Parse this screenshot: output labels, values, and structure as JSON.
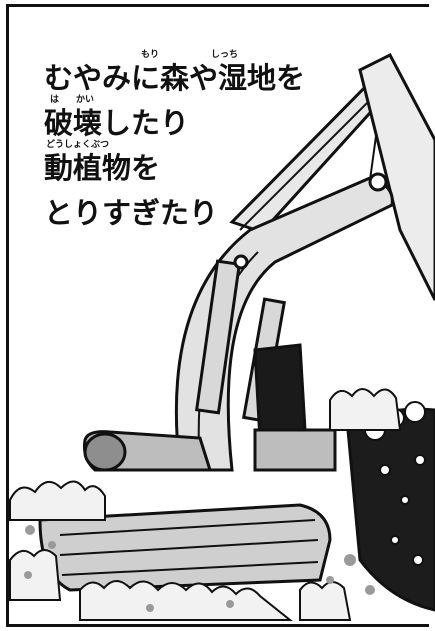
{
  "caption": {
    "lines": [
      {
        "text": "むやみに森や湿地を",
        "ruby": [
          "もり",
          "しっち"
        ]
      },
      {
        "text": "破壊したり",
        "ruby": [
          "は",
          "かい"
        ]
      },
      {
        "text": "動植物を",
        "ruby": [
          "どうしょくぶつ"
        ]
      },
      {
        "text": "とりすぎたり",
        "ruby": []
      }
    ]
  },
  "colors": {
    "ink": "#111111",
    "paper": "#ffffff",
    "arm": "#e4e4e4",
    "shadow": "#9a9a9a",
    "dark": "#222222"
  }
}
